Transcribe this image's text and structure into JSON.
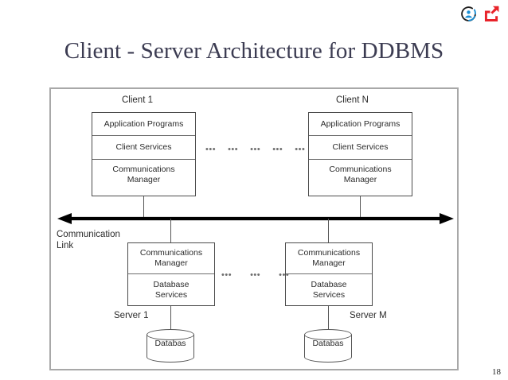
{
  "slide": {
    "title": "Client - Server Architecture for DDBMS",
    "page_number": "18"
  },
  "toolbar": {
    "icons": [
      {
        "name": "account-circle-icon",
        "label": "Account"
      },
      {
        "name": "share-export-icon",
        "label": "Share"
      }
    ],
    "accent_blue": "#1b8fd4",
    "accent_red": "#e8232a",
    "accent_dark": "#1d1d1d"
  },
  "diagram": {
    "clients": [
      {
        "title": "Client 1",
        "layers": [
          "Application Programs",
          "Client Services",
          "Communications\nManager"
        ]
      },
      {
        "title": "Client N",
        "layers": [
          "Application Programs",
          "Client Services",
          "Communications\nManager"
        ]
      }
    ],
    "client_layer_labels": {
      "application_programs": "Application Programs",
      "client_services": "Client Services",
      "communications_manager_line1": "Communications",
      "communications_manager_line2": "Manager"
    },
    "servers": [
      {
        "title": "Server 1",
        "layers": [
          "Communications\nManager",
          "Database\nServices"
        ],
        "database": "Databas"
      },
      {
        "title": "Server M",
        "layers": [
          "Communications\nManager",
          "Database\nServices"
        ],
        "database": "Databas"
      }
    ],
    "server_layer_labels": {
      "communications_manager_line1": "Communications",
      "communications_manager_line2": "Manager",
      "database_services_line1": "Database",
      "database_services_line2": "Services"
    },
    "communication_link": {
      "label_line1": "Communication",
      "label_line2": "Link",
      "arrow_direction": "bidirectional"
    },
    "ellipsis": {
      "client_row_count": 5,
      "server_row_count": 3,
      "glyph": "•••"
    },
    "colors": {
      "frame_border": "#a8a8a8",
      "box_border": "#4b4b4b",
      "line": "#555555",
      "text": "#2b2b2b",
      "arrow": "#000000"
    }
  }
}
